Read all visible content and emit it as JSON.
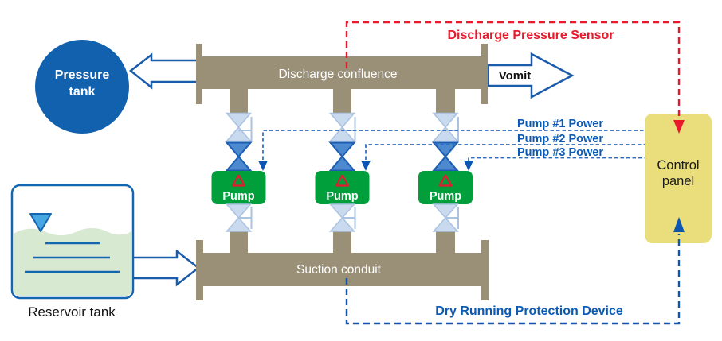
{
  "colors": {
    "pipe": "#9A9077",
    "pump_green": "#009F3C",
    "tank_blue": "#1161AE",
    "panel_yellow": "#E9DE7B",
    "red": "#E8192C",
    "arrow_blue": "#1A5CAB",
    "outline_blue": "#1566B0",
    "valve_light": "#C9DAEE",
    "valve_light_border": "#A9C3E2",
    "valve_dark": "#4D89CE",
    "valve_dark_border": "#1C5FB2",
    "power_line_blue": "#2A6AC0",
    "signal_blue": "#0C55B2",
    "label_blue": "#0B5AB5",
    "water_green": "#D8E9D2",
    "water_marker_blue": "#47A7E3"
  },
  "pressure_tank": {
    "line1": "Pressure",
    "line2": "tank"
  },
  "reservoir_tank": {
    "label": "Reservoir tank"
  },
  "discharge_confluence": {
    "label": "Discharge confluence"
  },
  "suction_conduit": {
    "label": "Suction conduit"
  },
  "vomit": {
    "label": "Vomit"
  },
  "sensor": {
    "label": "Discharge Pressure Sensor"
  },
  "control_panel": {
    "line1": "Control",
    "line2": "panel"
  },
  "pumps": [
    {
      "label": "Pump"
    },
    {
      "label": "Pump"
    },
    {
      "label": "Pump"
    }
  ],
  "power_labels": [
    {
      "label": "Pump #1 Power"
    },
    {
      "label": "Pump #2 Power"
    },
    {
      "label": "Pump #3 Power"
    }
  ],
  "dry_running": {
    "label": "Dry Running Protection Device"
  }
}
